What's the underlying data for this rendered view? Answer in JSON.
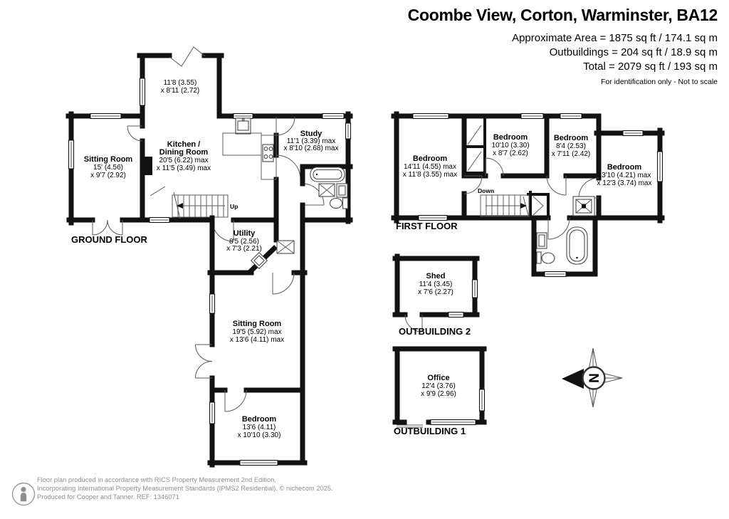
{
  "header": {
    "title": "Coombe View, Corton, Warminster, BA12",
    "area": "Approximate Area = 1875 sq ft / 174.1 sq m",
    "outbuildings": "Outbuildings = 204 sq ft / 18.9 sq m",
    "total": "Total = 2079 sq ft / 193 sq m",
    "note": "For identification only - Not to scale"
  },
  "plan": {
    "floors": {
      "ground": "GROUND FLOOR",
      "first": "FIRST FLOOR",
      "out1": "OUTBUILDING 1",
      "out2": "OUTBUILDING 2"
    },
    "stairs": {
      "up": "Up",
      "down": "Down"
    },
    "compass_north": "N",
    "rooms": {
      "porch": {
        "l1": "11'8 (3.55)",
        "l2": "x 8'11 (2.72)"
      },
      "sitting1": {
        "name": "Sitting Room",
        "l1": "15' (4.56)",
        "l2": "x 9'7 (2.92)"
      },
      "kitchen": {
        "name1": "Kitchen /",
        "name2": "Dining Room",
        "l1": "20'5 (6.22) max",
        "l2": "x 11'5 (3.49) max"
      },
      "study": {
        "name": "Study",
        "l1": "11'1 (3.39) max",
        "l2": "x 8'10 (2.68) max"
      },
      "utility": {
        "name": "Utility",
        "l1": "8'5 (2.56)",
        "l2": "x 7'3 (2.21)"
      },
      "sitting2": {
        "name": "Sitting Room",
        "l1": "19'5 (5.92) max",
        "l2": "x 13'6 (4.11) max"
      },
      "bedroomG": {
        "name": "Bedroom",
        "l1": "13'6 (4.11)",
        "l2": "x 10'10 (3.30)"
      },
      "bed1": {
        "name": "Bedroom",
        "l1": "14'11 (4.55) max",
        "l2": "x 11'8 (3.55) max"
      },
      "bed2": {
        "name": "Bedroom",
        "l1": "10'10 (3.30)",
        "l2": "x 8'7 (2.62)"
      },
      "bed3": {
        "name": "Bedroom",
        "l1": "8'4 (2.53)",
        "l2": "x 7'11 (2.42)"
      },
      "bed4": {
        "name": "Bedroom",
        "l1": "13'10 (4.21) max",
        "l2": "x 12'3 (3.74) max"
      },
      "shed": {
        "name": "Shed",
        "l1": "11'4 (3.45)",
        "l2": "x 7'6 (2.27)"
      },
      "office": {
        "name": "Office",
        "l1": "12'4 (3.76)",
        "l2": "x 9'9 (2.96)"
      }
    }
  },
  "footer": {
    "line1": "Floor plan produced in accordance with RICS Property Measurement 2nd Edition,",
    "line2": "Incorporating International Property Measurement Standards (IPMS2 Residential).   © nichecom 2025.",
    "line3": "Produced for Cooper and Tanner.   REF: 1346071"
  },
  "colors": {
    "wall": "#121212",
    "thin_line": "#5a5a5a",
    "footer_text": "#8f8f8f"
  }
}
